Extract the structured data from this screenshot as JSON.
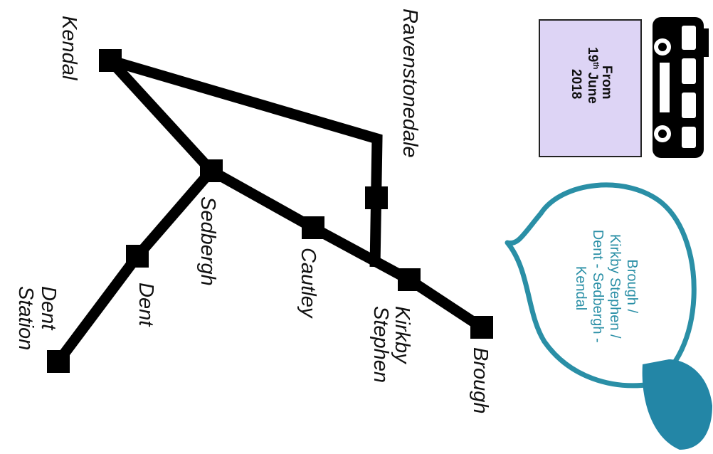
{
  "colors": {
    "route_line": "#000000",
    "stop_marker": "#000000",
    "notice_fill": "#ddd4f5",
    "notice_border": "#222222",
    "bubble_stroke": "#2a8fa6",
    "bubble_text": "#2a8fa6",
    "bubble_dot": "#2386a6",
    "bus_body": "#000000"
  },
  "notice": {
    "line1": "From",
    "day": "19",
    "suffix": "th",
    "month": "June",
    "year": "2018"
  },
  "bubble": {
    "lines": [
      "Brough /",
      "Kirkby Stephen /",
      "Dent - Sedbergh -",
      "Kendal"
    ]
  },
  "stops": [
    {
      "id": "kendal",
      "lines": [
        "Kendal"
      ]
    },
    {
      "id": "ravenstonedale",
      "lines": [
        "Ravenstonedale"
      ]
    },
    {
      "id": "sedbergh",
      "lines": [
        "Sedbergh"
      ]
    },
    {
      "id": "cautley",
      "lines": [
        "Cautley"
      ]
    },
    {
      "id": "kirkby-stephen",
      "lines": [
        "Kirkby",
        "Stephen"
      ]
    },
    {
      "id": "brough",
      "lines": [
        "Brough"
      ]
    },
    {
      "id": "dent",
      "lines": [
        "Dent"
      ]
    },
    {
      "id": "dent-station",
      "lines": [
        "Dent",
        "Station"
      ]
    }
  ],
  "icons": {
    "bus": "bus-icon"
  }
}
